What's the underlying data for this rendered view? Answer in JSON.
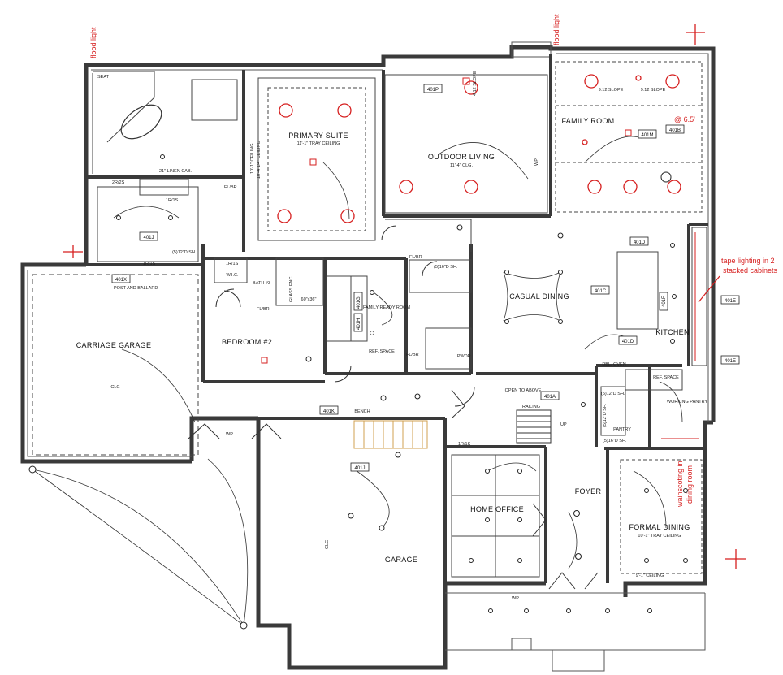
{
  "rooms": {
    "primary_suite": "PRIMARY SUITE",
    "primary_suite_ceiling": "11'-1\" TRAY CEILING",
    "ceiling_left_a": "10'-4 1/4\" CEILING",
    "ceiling_left_b": "10'-1\" CEILING",
    "outdoor_living": "OUTDOOR LIVING",
    "outdoor_living_ceiling": "11'-4\" CLG.",
    "family_room": "FAMILY ROOM",
    "casual_dining": "CASUAL DINING",
    "kitchen": "KITCHEN",
    "carriage_garage": "CARRIAGE GARAGE",
    "bedroom2": "BEDROOM #2",
    "bath3": "BATH #3",
    "wic": "W.I.C.",
    "family_ready_room": "FAMILY READY ROOM",
    "garage": "GARAGE",
    "home_office": "HOME OFFICE",
    "foyer": "FOYER",
    "formal_dining": "FORMAL DINING",
    "formal_dining_ceiling": "10'-1\" TRAY CEILING",
    "pantry": "PANTRY",
    "working_pantry": "WORKING PANTRY",
    "open_to_above": "OPEN TO ABOVE",
    "pwdr": "PWDR.",
    "bench": "BENCH",
    "railing": "RAILING",
    "up": "UP",
    "dbl_oven": "DBL. OVEN",
    "ref_space": "REF. SPACE",
    "ref_space2": "REF. SPACE",
    "glass_enc": "GLASS ENC.",
    "shower": "60\"x36\"",
    "seat": "SEAT",
    "linen": "21\" LINEN CAB.",
    "post_ballard": "POST AND BALLARD",
    "clg": "CLG",
    "clg2": "CLG",
    "ceiling_9_1": "9'-1\" CEILING",
    "slope_a": "9:12 SLOPE",
    "slope_b": "9:12 SLOPE",
    "slope_c": "4:12 SLOPE"
  },
  "fixture_tags": {
    "t401p": "401P",
    "t401b": "401B",
    "t401m": "401M",
    "t401j": "401J",
    "t401x": "401X",
    "t401d": "401D",
    "t401c": "401C",
    "t401f": "401F",
    "t401dd": "401D",
    "t401e1": "401E",
    "t401e2": "401E",
    "t401k": "401K",
    "t401a": "401A",
    "t401jj": "401J",
    "t401g": "401G",
    "t401h": "401H"
  },
  "shelves": {
    "s1": "(5)12\"D SH.",
    "s2": "(5)16\"D SH.",
    "s3": "(5)12\"D SH.",
    "s4": "(5)16\"D SH.",
    "s5": "(5)12\"D SH.",
    "fl_br_1": "FL/BR",
    "fl_br_2": "FL/BR",
    "fl_br_3": "FL/BR",
    "fl_br_4": "FL/BR",
    "rs1": "1R/1S",
    "rs2": "1R/1S",
    "rs3": "1R/1S",
    "rs4": "2R/2S",
    "rs5": "1R/1S",
    "wp1": "WP",
    "wp2": "WP",
    "wp3": "WP"
  },
  "annotations": {
    "flood_left": "flood light",
    "flood_right": "flood light",
    "tape_line1": "tape lighting in 2",
    "tape_line2": "stacked cabinets",
    "wainscot_line1": "wainscoting in",
    "wainscot_line2": "dining room",
    "height_note": "@ 6.5'"
  },
  "colors": {
    "wall": "#3a3a3a",
    "line": "#222222",
    "markup": "#d61f1f"
  }
}
